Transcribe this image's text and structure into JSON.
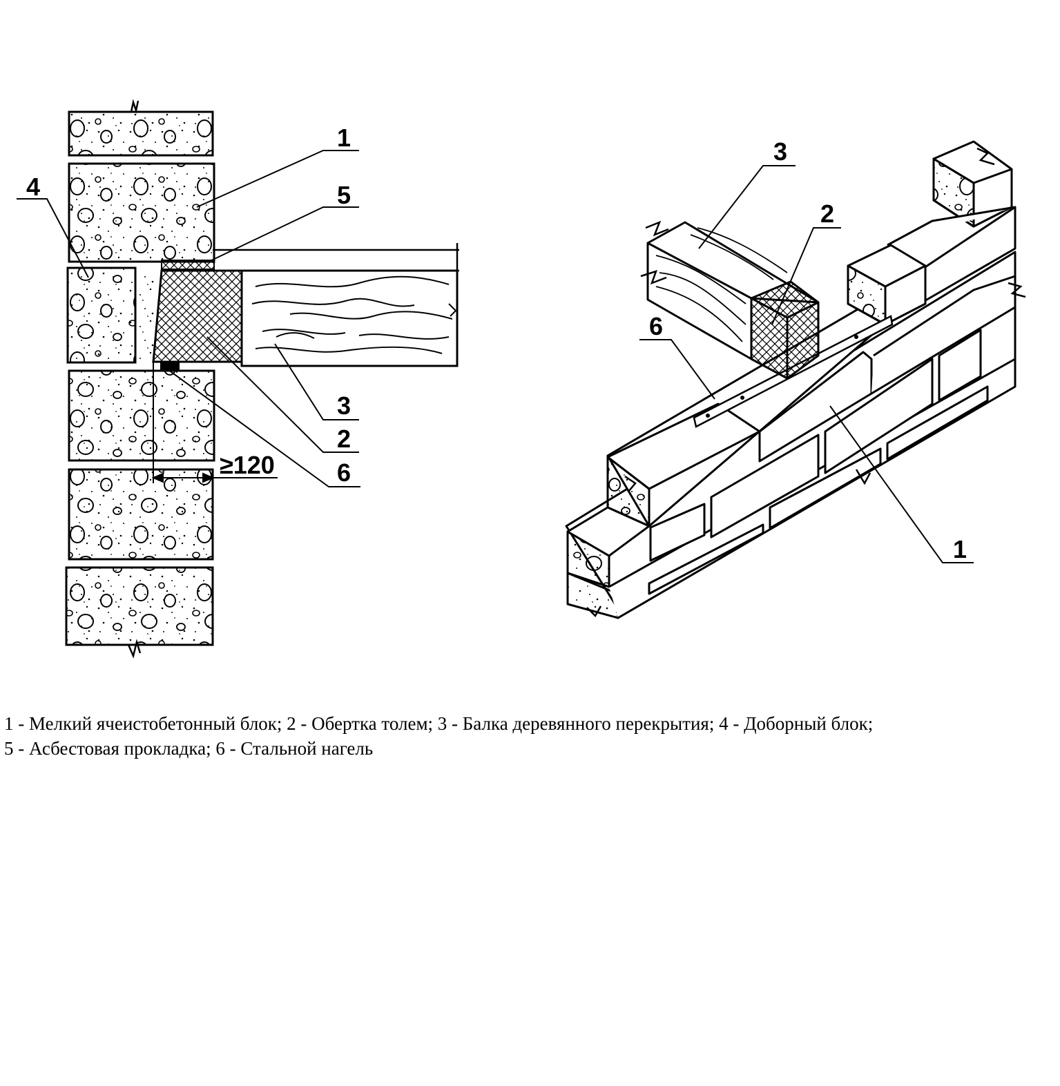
{
  "left_view": {
    "callouts": {
      "c1": "1",
      "c5": "5",
      "c4": "4",
      "c3": "3",
      "c2": "2",
      "c6": "6"
    },
    "dimension": "≥120"
  },
  "right_view": {
    "callouts": {
      "c3": "3",
      "c2": "2",
      "c6": "6",
      "c1": "1"
    }
  },
  "legend": {
    "line1": "1 - Мелкий ячеистобетонный блок; 2 - Обертка толем; 3 - Балка деревянного перекрытия; 4 - Доборный блок;",
    "line2": "5 - Асбестовая прокладка; 6 - Стальной нагель"
  }
}
